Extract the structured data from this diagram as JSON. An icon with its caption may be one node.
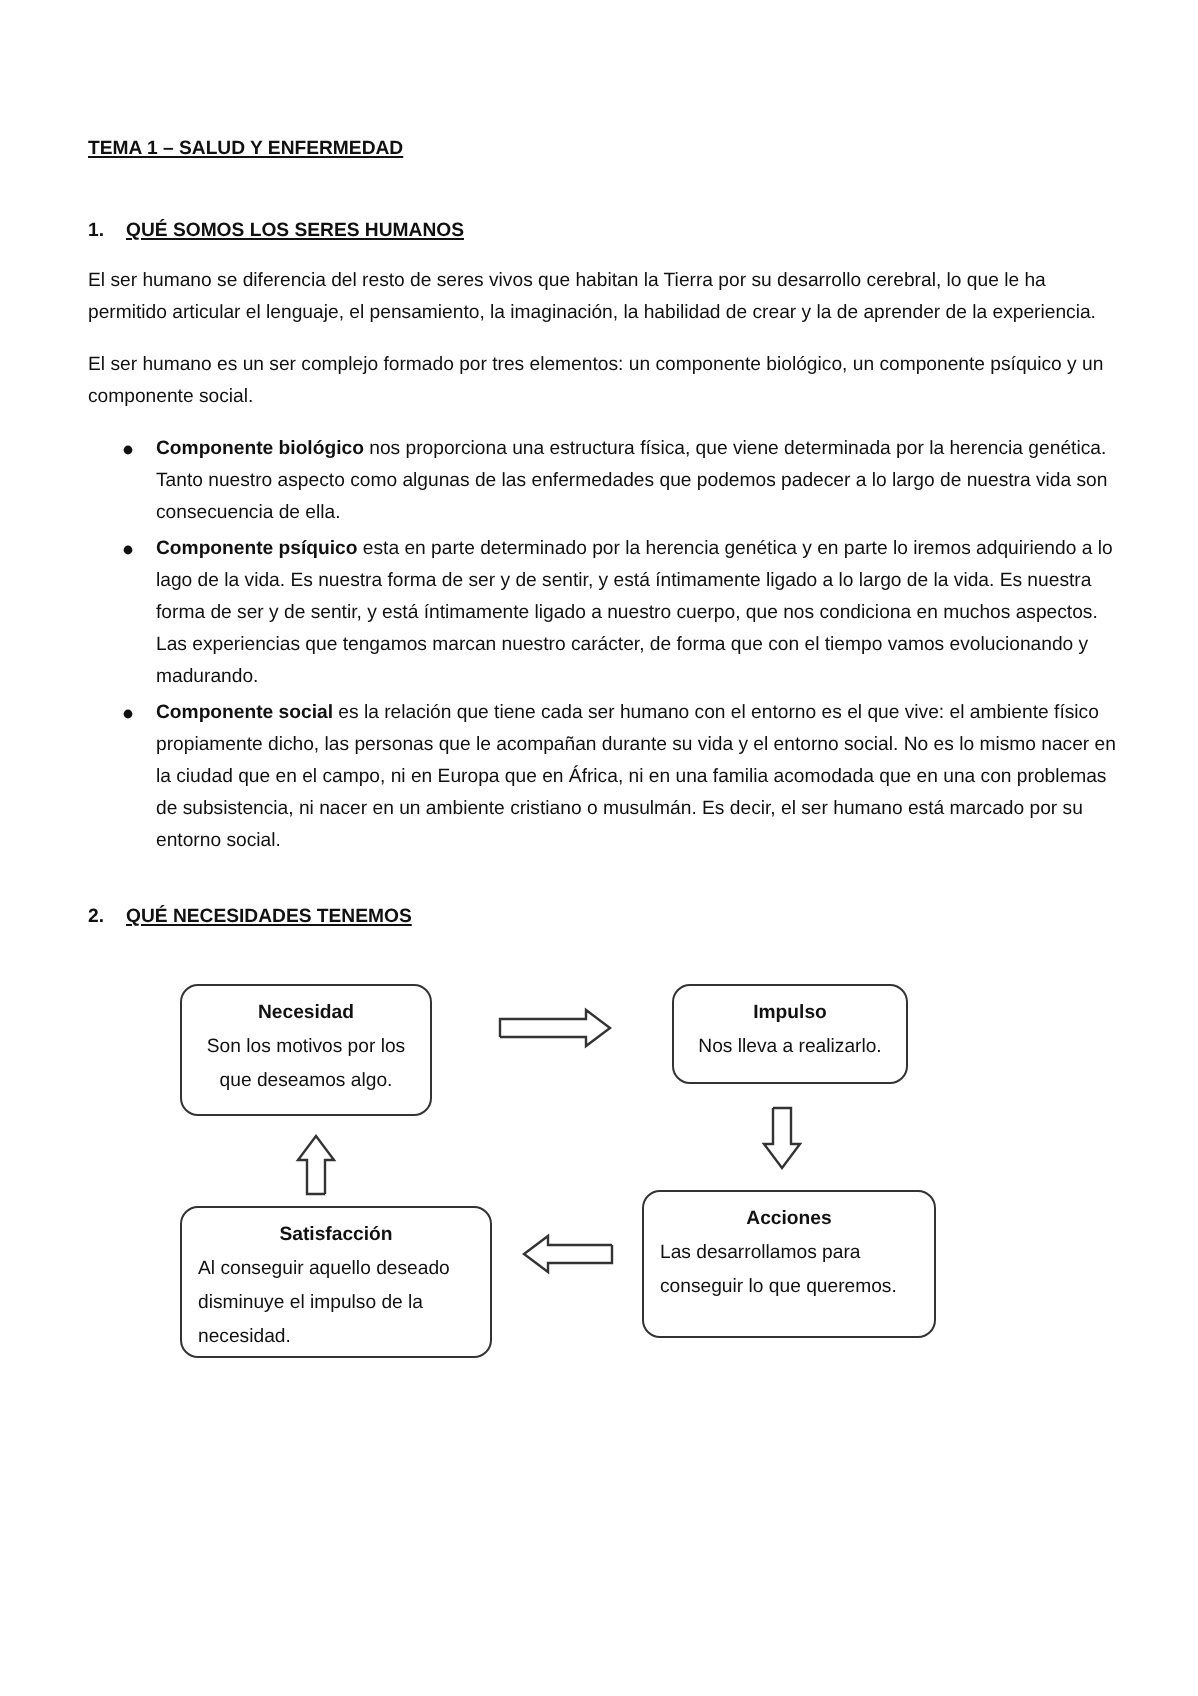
{
  "diagram": {
    "title": "TEMA 1 – SALUD Y ENFERMEDAD",
    "nodes": [
      {
        "text": [
          "Necesidad",
          "Son los motivos por los que deseamos algo."
        ]
      },
      {
        "text": [
          "Impulso",
          "Nos lleva a realizarlo."
        ]
      },
      {
        "text": [
          "Acciones",
          "Las desarrollamos para conseguir lo que queremos."
        ]
      },
      {
        "text": [
          "Satisfacción",
          "Al conseguir aquello deseado disminuye el impulso de la necesidad."
        ]
      }
    ],
    "edges": [
      {
        "from": 0,
        "to": 1,
        "arrow": "to"
      },
      {
        "from": 1,
        "to": 2,
        "arrow": "to"
      },
      {
        "from": 2,
        "to": 3,
        "arrow": "to"
      },
      {
        "from": 3,
        "to": 0,
        "arrow": "to"
      }
    ],
    "labels": [
      "1.",
      "QUÉ SOMOS LOS SERES HUMANOS",
      "El ser humano se diferencia del resto de seres vivos que habitan la Tierra por su desarrollo cerebral, lo que le ha permitido articular el lenguaje, el pensamiento, la imaginación, la habilidad de crear y la de aprender de la experiencia.",
      "El ser humano es un ser complejo formado por tres elementos: un componente biológico, un componente psíquico y un componente social.",
      "**Componente biológico** nos proporciona una estructura física, que viene determinada por la herencia genética. Tanto nuestro aspecto como algunas de las enfermedades que podemos padecer a lo largo de nuestra vida son consecuencia de ella.",
      "**Componente psíquico** esta en parte determinado por la herencia genética y en parte lo iremos adquiriendo a lo lago de la vida. Es nuestra forma de ser y de sentir, y está íntimamente ligado a lo largo de la vida. Es nuestra forma de ser y de sentir, y está íntimamente ligado a nuestro cuerpo, que nos condiciona en muchos aspectos. Las experiencias que tengamos marcan nuestro carácter, de forma que con el tiempo vamos evolucionando y madurando.",
      "**Componente social** es la relación que tiene cada ser humano con el entorno es el que vive: el ambiente físico propiamente dicho, las personas que le acompañan durante su vida y el entorno social. No es lo mismo nacer en la ciudad que en el campo, ni en Europa que en África, ni en una familia acomodada que en una con problemas de subsistencia, ni nacer en un ambiente cristiano o musulmán. Es decir, el ser humano está marcado por su entorno social.",
      "2.",
      "QUÉ NECESIDADES TENEMOS"
    ]
  }
}
